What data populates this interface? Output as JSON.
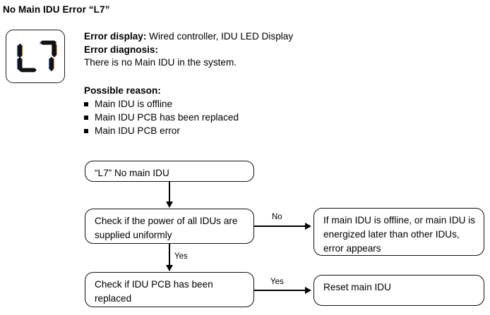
{
  "page": {
    "title": "No Main IDU Error “L7”"
  },
  "led_display": {
    "icon_name": "seven-segment-led-display",
    "value": "L7",
    "segments_on": [
      "L: top-left, bottom-left, bottom",
      "7: top, top-right, bottom-right"
    ]
  },
  "description": {
    "error_display_label": "Error display:",
    "error_display_value": " Wired controller, IDU LED Display",
    "error_diagnosis_label": "Error diagnosis:",
    "error_diagnosis_value": "There is no Main IDU in the system."
  },
  "possible_reason": {
    "heading": "Possible reason:",
    "items": [
      "Main IDU is offline",
      "Main IDU PCB has been replaced",
      "Main IDU PCB error"
    ]
  },
  "flowchart": {
    "boxes": {
      "start": "“L7” No main IDU",
      "check_power": "Check if the power of all IDUs are supplied uniformly",
      "offline_result": "If main IDU is offline, or main IDU is energized later than other IDUs, error appears",
      "check_pcb": "Check if IDU PCB has been replaced",
      "reset_result": "Reset main IDU"
    },
    "labels": {
      "no_1": "No",
      "yes_1": "Yes",
      "yes_2": "Yes"
    }
  },
  "colors": {
    "text": "#000000",
    "line": "#111111",
    "background": "#ffffff"
  }
}
